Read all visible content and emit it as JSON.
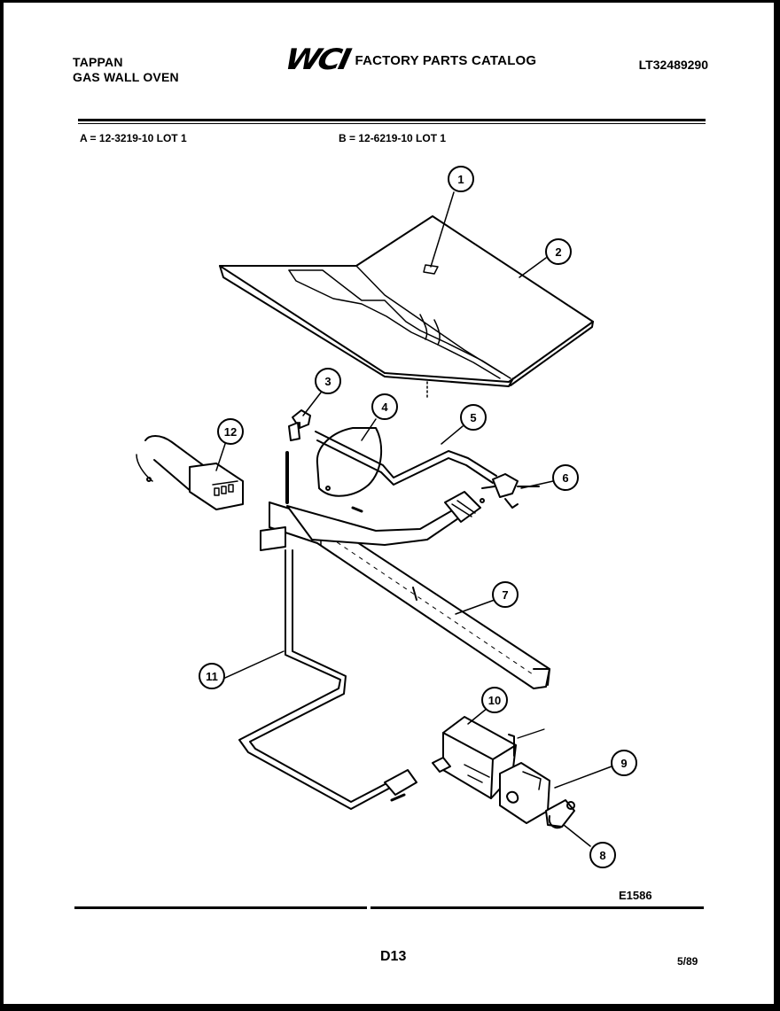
{
  "header": {
    "brand_line1": "TAPPAN",
    "brand_line2": "GAS WALL OVEN",
    "logo_text": "WCI",
    "catalog_title": "FACTORY PARTS CATALOG",
    "part_number": "LT32489290"
  },
  "models": {
    "a": "A = 12-3219-10 LOT 1",
    "b": "B = 12-6219-10 LOT 1"
  },
  "callouts": [
    "1",
    "2",
    "3",
    "4",
    "5",
    "6",
    "7",
    "8",
    "9",
    "10",
    "11",
    "12"
  ],
  "footer": {
    "diagram_code": "E1586",
    "page_code": "D13",
    "date": "5/89"
  }
}
